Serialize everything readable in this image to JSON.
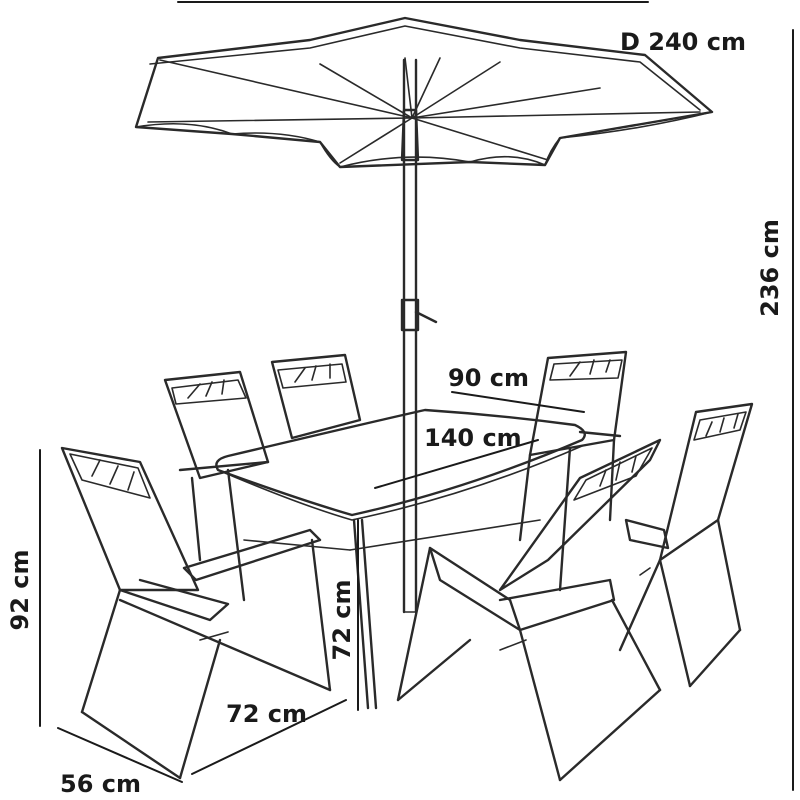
{
  "diagram": {
    "dimensions": {
      "umbrella_diameter": "D 240 cm",
      "umbrella_height": "236 cm",
      "table_width": "90 cm",
      "table_length": "140 cm",
      "table_height": "72 cm",
      "chair_height": "92 cm",
      "chair_width": "72 cm",
      "chair_depth": "56 cm"
    }
  }
}
